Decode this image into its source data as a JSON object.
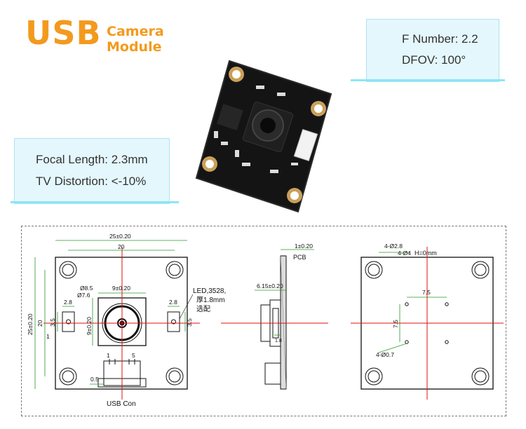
{
  "logo": {
    "usb": "USB",
    "camera": "Camera",
    "module": "Module"
  },
  "specs_right": {
    "f_number": "F Number: 2.2",
    "dfov": "DFOV: 100°"
  },
  "specs_left": {
    "focal_length": "Focal Length: 2.3mm",
    "tv_distortion": "TV Distortion: <-10%"
  },
  "front_view": {
    "dim_total_width": "25±0.20",
    "dim_hole_spacing": "20",
    "dim_total_height": "25±0.20",
    "dim_hole_spacing_v": "20",
    "dim_lens_dia": "Ø8.5",
    "dim_lens_inner": "Ø7.6",
    "dim_lens_width": "9±0.20",
    "dim_lens_height": "9±0.20",
    "dim_led_w": "2.8",
    "dim_led_h": "3.5",
    "dim_led_w_r": "2.8",
    "dim_led_h_r": "3.5",
    "dim_small_1": "1",
    "dim_small_05": "0.5",
    "pin_1": "1",
    "pin_5": "5",
    "led_note_1": "LED,3528,",
    "led_note_2": "厚1.8mm",
    "led_note_3": "选配",
    "usb_con": "USB Con"
  },
  "side_view": {
    "dim_pcb": "1±0.20",
    "pcb_label": "PCB",
    "dim_height": "6.15±0.20",
    "dim_small": "1.8"
  },
  "back_view": {
    "hole_note": "4-Ø2.8",
    "hole_note_2": "4-Ø4",
    "h_note": "H=0mm",
    "dim_pitch_h": "7.5",
    "dim_pitch_v": "7.5",
    "small_holes": "4-Ø0.7"
  }
}
